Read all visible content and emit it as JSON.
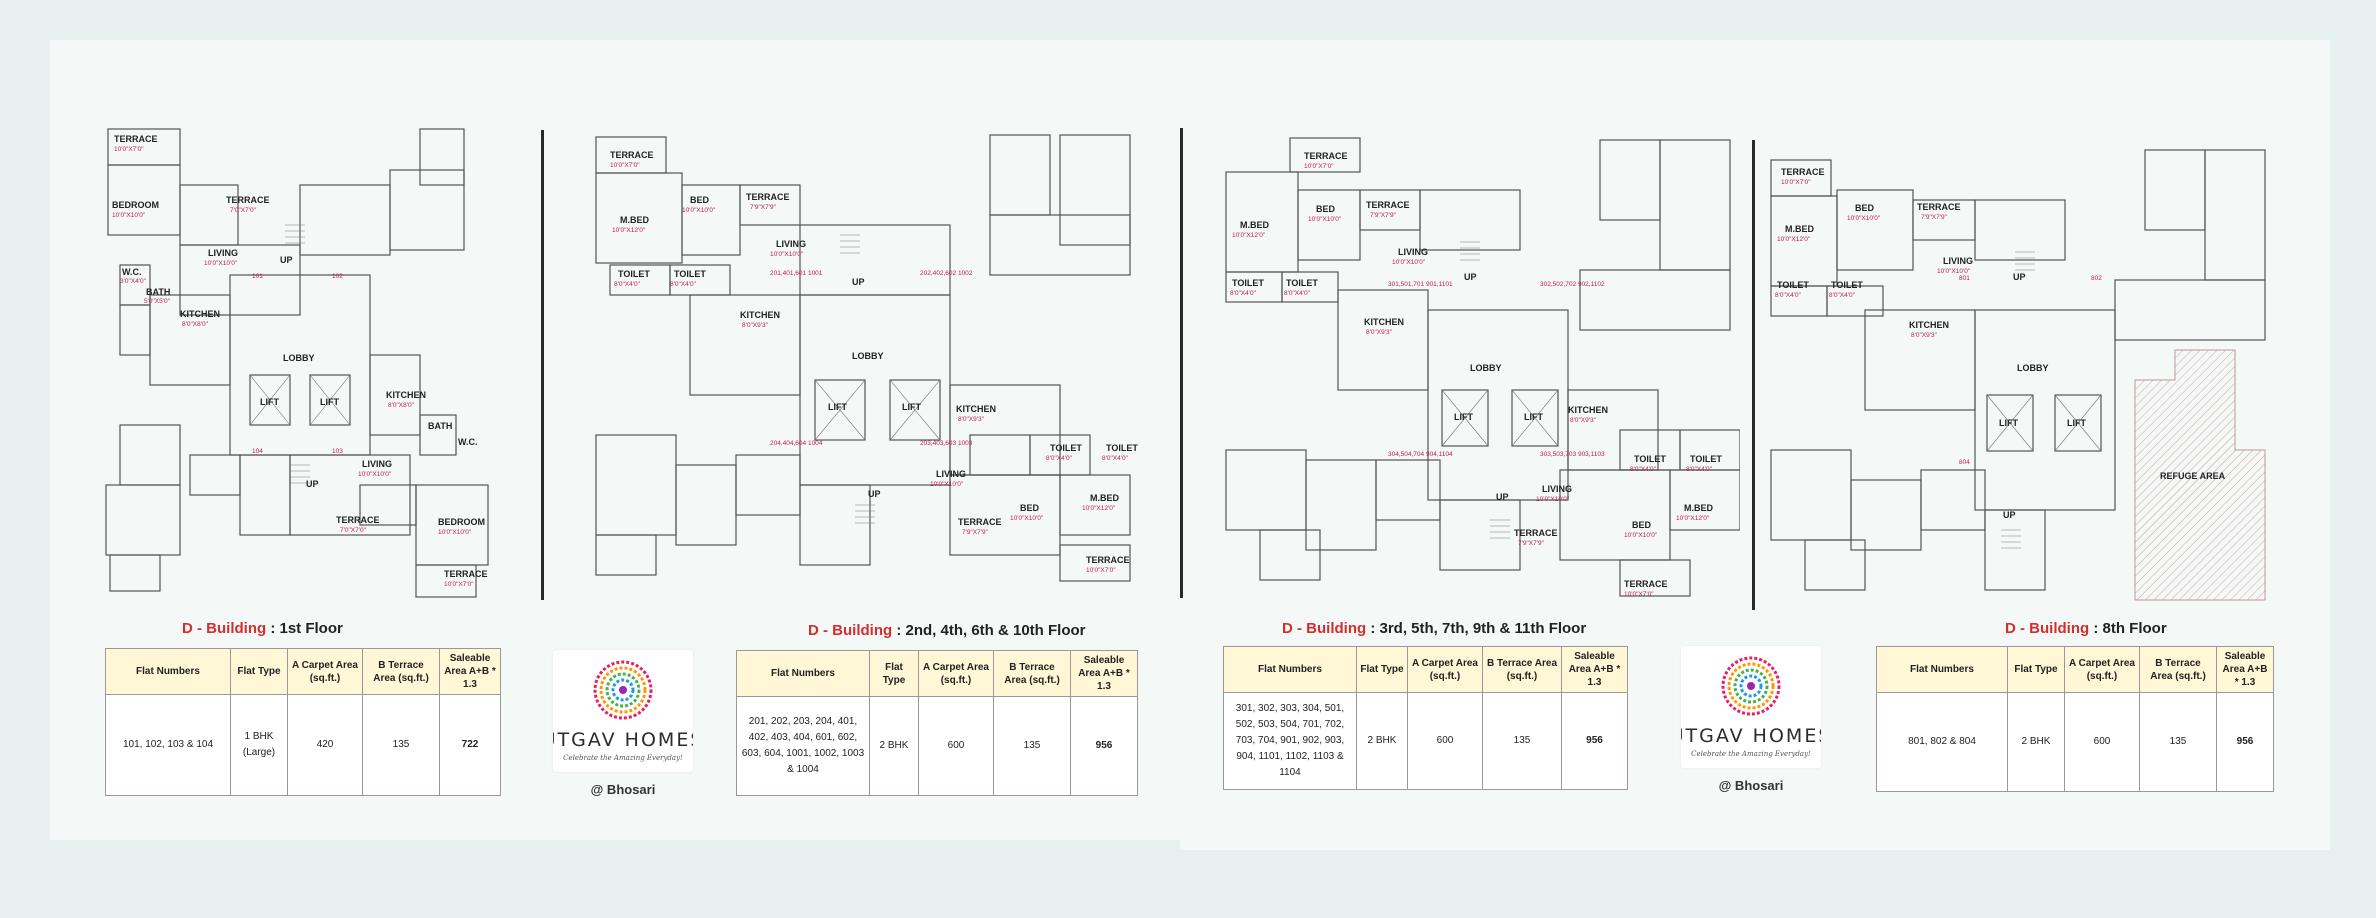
{
  "brand": {
    "name": "UTGAV HOMES",
    "tagline": "Celebrate the Amazing Everyday!",
    "location": "@ Bhosari",
    "accent_color": "#d32f2f",
    "logo_icon": "spiral-flower-icon"
  },
  "plans": [
    {
      "building": "D - Building",
      "floor": ": 1st Floor",
      "rooms": {
        "terrace_top": {
          "label": "TERRACE",
          "dim": "10'0\"X7'0\""
        },
        "bedroom_top": {
          "label": "BEDROOM",
          "dim": "10'0\"X10'0\""
        },
        "terrace_mid": {
          "label": "TERRACE",
          "dim": "7'0\"X7'0\""
        },
        "living_top": {
          "label": "LIVING",
          "dim": "10'0\"X10'0\""
        },
        "wc": {
          "label": "W.C.",
          "dim": "3'0\"X4'0\""
        },
        "bath": {
          "label": "BATH",
          "dim": "5'0\"X5'0\""
        },
        "kitchen_left": {
          "label": "KITCHEN",
          "dim": "8'0\"X8'0\""
        },
        "lobby": {
          "label": "LOBBY"
        },
        "lift_left": {
          "label": "LIFT"
        },
        "lift_right": {
          "label": "LIFT"
        },
        "kitchen_right": {
          "label": "KITCHEN",
          "dim": "8'0\"X8'0\""
        },
        "bath_right": {
          "label": "BATH"
        },
        "wc_right": {
          "label": "W.C."
        },
        "living_bottom": {
          "label": "LIVING",
          "dim": "10'0\"X10'0\""
        },
        "terrace_bottom": {
          "label": "TERRACE",
          "dim": "7'0\"X7'0\""
        },
        "bedroom_bottom": {
          "label": "BEDROOM",
          "dim": "10'0\"X10'0\""
        },
        "terrace_corner": {
          "label": "TERRACE",
          "dim": "10'0\"X7'0\""
        },
        "flat_101": "101",
        "flat_102": "102",
        "flat_103": "103",
        "flat_104": "104",
        "up1": "UP",
        "up2": "UP"
      },
      "table": {
        "headers": [
          "Flat Numbers",
          "Flat Type",
          "A Carpet Area (sq.ft.)",
          "B Terrace Area (sq.ft.)",
          "Saleable Area A+B * 1.3"
        ],
        "row": {
          "flats": "101, 102, 103 & 104",
          "type": "1 BHK (Large)",
          "carpet": "420",
          "terrace": "135",
          "saleable": "722"
        }
      }
    },
    {
      "building": "D - Building",
      "floor": ": 2nd, 4th, 6th & 10th Floor",
      "rooms": {
        "terrace_top": {
          "label": "TERRACE",
          "dim": "10'0\"X7'0\""
        },
        "bed_top": {
          "label": "BED",
          "dim": "10'0\"X10'0\""
        },
        "terrace_mid": {
          "label": "TERRACE",
          "dim": "7'9\"X7'9\""
        },
        "mbed": {
          "label": "M.BED",
          "dim": "10'0\"X12'0\""
        },
        "living_top": {
          "label": "LIVING",
          "dim": "10'0\"X10'0\""
        },
        "toilet1": {
          "label": "TOILET",
          "dim": "8'0\"X4'0\""
        },
        "toilet2": {
          "label": "TOILET",
          "dim": "8'0\"X4'0\""
        },
        "kitchen_left": {
          "label": "KITCHEN",
          "dim": "8'0\"X9'3\""
        },
        "lobby": {
          "label": "LOBBY"
        },
        "lift_left": {
          "label": "LIFT"
        },
        "lift_right": {
          "label": "LIFT"
        },
        "kitchen_right": {
          "label": "KITCHEN",
          "dim": "8'0\"X9'3\""
        },
        "living_bottom": {
          "label": "LIVING",
          "dim": "10'0\"X10'0\""
        },
        "terrace_bottom": {
          "label": "TERRACE",
          "dim": "7'9\"X7'9\""
        },
        "bed_bottom": {
          "label": "BED",
          "dim": "10'0\"X10'0\""
        },
        "mbed_bottom": {
          "label": "M.BED",
          "dim": "10'0\"X12'0\""
        },
        "toilet3": {
          "label": "TOILET",
          "dim": "8'0\"X4'0\""
        },
        "toilet4": {
          "label": "TOILET",
          "dim": "8'0\"X4'0\""
        },
        "terrace_corner": {
          "label": "TERRACE",
          "dim": "10'0\"X7'0\""
        },
        "flat_a": "201,401,601 1001",
        "flat_b": "202,402,602 1002",
        "flat_c": "204,404,604 1004",
        "flat_d": "203,403,603 1003",
        "up1": "UP",
        "up2": "UP"
      },
      "table": {
        "headers": [
          "Flat Numbers",
          "Flat Type",
          "A Carpet Area (sq.ft.)",
          "B Terrace Area (sq.ft.)",
          "Saleable Area A+B * 1.3"
        ],
        "row": {
          "flats": "201, 202, 203, 204, 401, 402, 403, 404, 601, 602, 603, 604, 1001, 1002, 1003 & 1004",
          "type": "2 BHK",
          "carpet": "600",
          "terrace": "135",
          "saleable": "956"
        }
      }
    },
    {
      "building": "D - Building",
      "floor": ": 3rd, 5th, 7th, 9th & 11th Floor",
      "rooms": {
        "terrace_top": {
          "label": "TERRACE",
          "dim": "10'0\"X7'0\""
        },
        "bed_top": {
          "label": "BED",
          "dim": "10'0\"X10'0\""
        },
        "terrace_mid": {
          "label": "TERRACE",
          "dim": "7'9\"X7'9\""
        },
        "mbed": {
          "label": "M.BED",
          "dim": "10'0\"X12'0\""
        },
        "living_top": {
          "label": "LIVING",
          "dim": "10'0\"X10'0\""
        },
        "toilet1": {
          "label": "TOILET",
          "dim": "8'0\"X4'0\""
        },
        "toilet2": {
          "label": "TOILET",
          "dim": "8'0\"X4'0\""
        },
        "kitchen_left": {
          "label": "KITCHEN",
          "dim": "8'0\"X9'3\""
        },
        "lobby": {
          "label": "LOBBY"
        },
        "lift_left": {
          "label": "LIFT"
        },
        "lift_right": {
          "label": "LIFT"
        },
        "kitchen_right": {
          "label": "KITCHEN",
          "dim": "8'0\"X9'3\""
        },
        "living_bottom": {
          "label": "LIVING",
          "dim": "10'0\"X10'0\""
        },
        "terrace_bottom": {
          "label": "TERRACE",
          "dim": "7'9\"X7'9\""
        },
        "bed_bottom": {
          "label": "BED",
          "dim": "10'0\"X10'0\""
        },
        "mbed_bottom": {
          "label": "M.BED",
          "dim": "10'0\"X12'0\""
        },
        "toilet3": {
          "label": "TOILET",
          "dim": "8'0\"X4'0\""
        },
        "toilet4": {
          "label": "TOILET",
          "dim": "8'0\"X4'0\""
        },
        "terrace_corner": {
          "label": "TERRACE",
          "dim": "10'0\"X7'0\""
        },
        "flat_a": "301,501,701 901,1101",
        "flat_b": "302,502,702 902,1102",
        "flat_c": "304,504,704 904,1104",
        "flat_d": "303,503,703 903,1103",
        "up1": "UP",
        "up2": "UP"
      },
      "table": {
        "headers": [
          "Flat Numbers",
          "Flat Type",
          "A Carpet Area (sq.ft.)",
          "B Terrace Area (sq.ft.)",
          "Saleable Area A+B * 1.3"
        ],
        "row": {
          "flats": "301, 302, 303, 304, 501, 502, 503, 504, 701, 702, 703, 704, 901, 902, 903, 904, 1101, 1102, 1103 & 1104",
          "type": "2 BHK",
          "carpet": "600",
          "terrace": "135",
          "saleable": "956"
        }
      }
    },
    {
      "building": "D - Building",
      "floor": ": 8th Floor",
      "rooms": {
        "terrace_top": {
          "label": "TERRACE",
          "dim": "10'0\"X7'0\""
        },
        "bed_top": {
          "label": "BED",
          "dim": "10'0\"X10'0\""
        },
        "terrace_mid": {
          "label": "TERRACE",
          "dim": "7'9\"X7'9\""
        },
        "mbed": {
          "label": "M.BED",
          "dim": "10'0\"X12'0\""
        },
        "living_top": {
          "label": "LIVING",
          "dim": "10'0\"X10'0\""
        },
        "toilet1": {
          "label": "TOILET",
          "dim": "8'0\"X4'0\""
        },
        "toilet2": {
          "label": "TOILET",
          "dim": "8'0\"X4'0\""
        },
        "kitchen_left": {
          "label": "KITCHEN",
          "dim": "8'0\"X9'3\""
        },
        "lobby": {
          "label": "LOBBY"
        },
        "lift_left": {
          "label": "LIFT"
        },
        "lift_right": {
          "label": "LIFT"
        },
        "refuge": {
          "label": "REFUGE AREA"
        },
        "flat_a": "801",
        "flat_b": "802",
        "flat_c": "804",
        "up1": "UP",
        "up2": "UP"
      },
      "table": {
        "headers": [
          "Flat Numbers",
          "Flat Type",
          "A Carpet Area (sq.ft.)",
          "B Terrace Area (sq.ft.)",
          "Saleable Area A+B * 1.3"
        ],
        "row": {
          "flats": "801, 802 & 804",
          "type": "2 BHK",
          "carpet": "600",
          "terrace": "135",
          "saleable": "956"
        }
      }
    }
  ]
}
